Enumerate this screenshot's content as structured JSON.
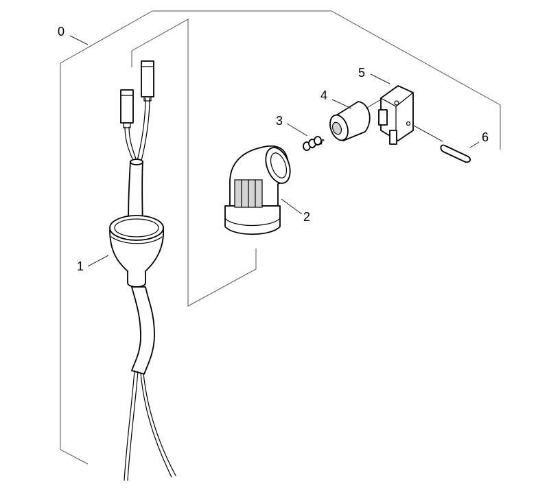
{
  "callouts": {
    "c0": "0",
    "c1": "1",
    "c2": "2",
    "c3": "3",
    "c4": "4",
    "c5": "5",
    "c6": "6"
  },
  "colors": {
    "line": "#000000",
    "frame": "#555555",
    "shade": "#d4d4d4",
    "background": "#ffffff"
  }
}
